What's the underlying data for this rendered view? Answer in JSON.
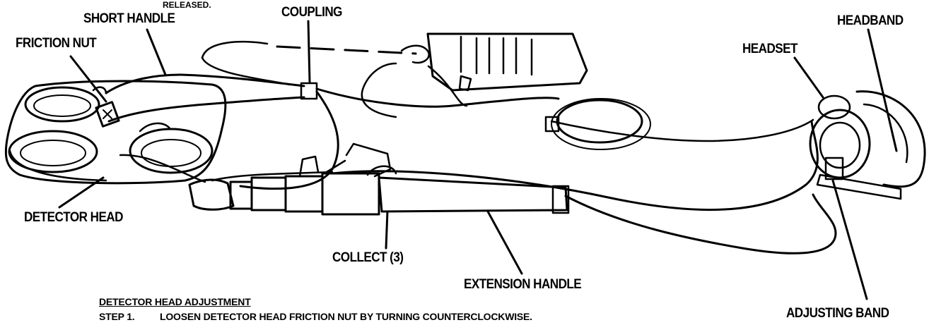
{
  "top_fragment": "RELEASED.",
  "labels": {
    "short_handle": "SHORT HANDLE",
    "coupling": "COUPLING",
    "friction_nut": "FRICTION NUT",
    "headband": "HEADBAND",
    "headset": "HEADSET",
    "detector_head": "DETECTOR HEAD",
    "collect": "COLLECT (3)",
    "extension_handle": "EXTENSION HANDLE",
    "adjusting_band": "ADJUSTING BAND"
  },
  "procedure": {
    "heading": "DETECTOR HEAD ADJUSTMENT",
    "steps": [
      {
        "number": "STEP 1.",
        "text": "LOOSEN DETECTOR HEAD FRICTION NUT BY TURNING COUNTERCLOCKWISE."
      }
    ]
  }
}
